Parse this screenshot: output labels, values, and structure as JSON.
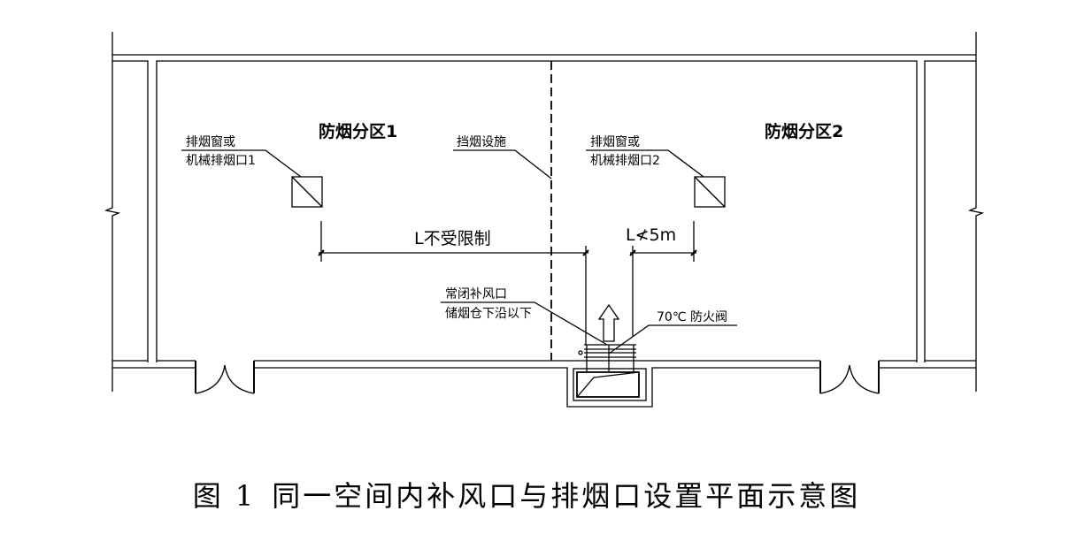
{
  "zones": {
    "zone1": "防烟分区1",
    "zone2": "防烟分区2"
  },
  "annotations": {
    "outlet1_line1": "排烟窗或",
    "outlet1_line2": "机械排烟口1",
    "outlet2_line1": "排烟窗或",
    "outlet2_line2": "机械排烟口2",
    "barrier": "挡烟设施",
    "inlet_line1": "常闭补风口",
    "inlet_line2": "储烟仓下沿以下",
    "damper": "70℃  防火阀"
  },
  "dimensions": {
    "unrestricted": "L不受限制",
    "limit": "L≮5m"
  },
  "caption": {
    "figure_no": "图 1",
    "title": "同一空间内补风口与排烟口设置平面示意图"
  },
  "colors": {
    "line": "#000000",
    "wall": "#333333",
    "background": "#ffffff"
  }
}
